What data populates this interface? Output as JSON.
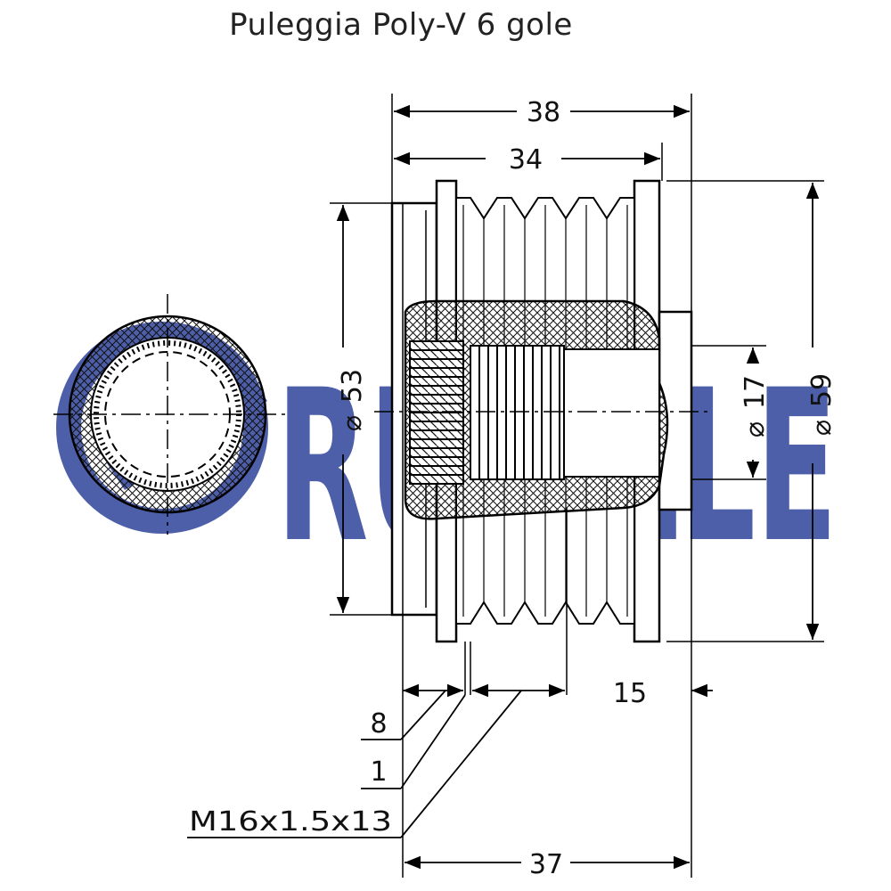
{
  "title": "Puleggia Poly-V 6 gole",
  "watermark": {
    "text": "RUVILLE",
    "color": "#3b4ea0"
  },
  "dimensions": {
    "overall_length": "38",
    "groove_length": "34",
    "diameter_53": "53",
    "diameter_17": "17",
    "diameter_59": "59",
    "offset_15": "15",
    "bottom_length": "37",
    "callout_8": "8",
    "callout_1": "1",
    "thread": "M16x1.5x13"
  },
  "symbols": {
    "diameter": "⌀"
  },
  "colors": {
    "line": "#000000",
    "watermark": "#3b4ea0"
  }
}
